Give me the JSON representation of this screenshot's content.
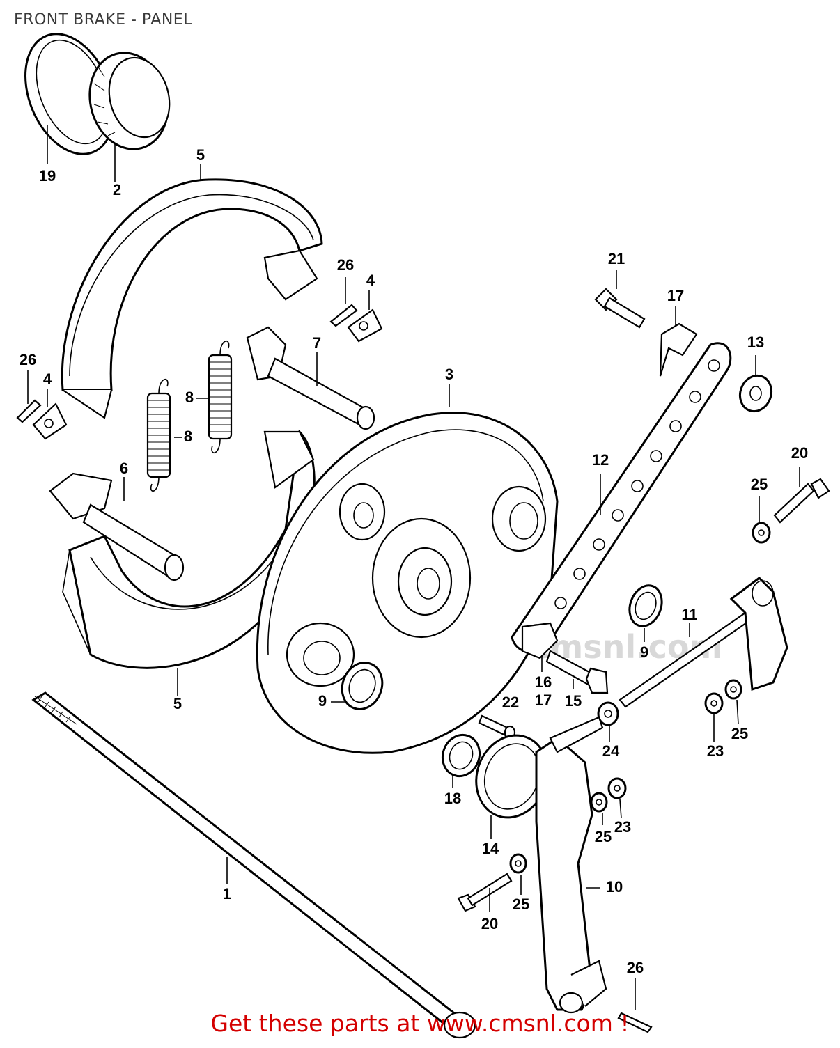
{
  "title": "FRONT BRAKE - PANEL",
  "footer": "Get these parts at www.cmsnl.com !",
  "watermark": "www.cmsnl.com",
  "colors": {
    "footer": "#d40000",
    "title": "#3a3a3a",
    "lines": "#000000"
  },
  "parts": [
    {
      "id": "lbl-19",
      "text": "19"
    },
    {
      "id": "lbl-2",
      "text": "2"
    },
    {
      "id": "lbl-5a",
      "text": "5"
    },
    {
      "id": "lbl-5b",
      "text": "5"
    },
    {
      "id": "lbl-26a",
      "text": "26"
    },
    {
      "id": "lbl-4a",
      "text": "4"
    },
    {
      "id": "lbl-26b",
      "text": "26"
    },
    {
      "id": "lbl-4b",
      "text": "4"
    },
    {
      "id": "lbl-7",
      "text": "7"
    },
    {
      "id": "lbl-8a",
      "text": "8"
    },
    {
      "id": "lbl-8b",
      "text": "8"
    },
    {
      "id": "lbl-6",
      "text": "6"
    },
    {
      "id": "lbl-3",
      "text": "3"
    },
    {
      "id": "lbl-21",
      "text": "21"
    },
    {
      "id": "lbl-17a",
      "text": "17"
    },
    {
      "id": "lbl-13",
      "text": "13"
    },
    {
      "id": "lbl-12",
      "text": "12"
    },
    {
      "id": "lbl-20a",
      "text": "20"
    },
    {
      "id": "lbl-25a",
      "text": "25"
    },
    {
      "id": "lbl-9a",
      "text": "9"
    },
    {
      "id": "lbl-11",
      "text": "11"
    },
    {
      "id": "lbl-9b",
      "text": "9"
    },
    {
      "id": "lbl-16",
      "text": "16"
    },
    {
      "id": "lbl-17b",
      "text": "17"
    },
    {
      "id": "lbl-15",
      "text": "15"
    },
    {
      "id": "lbl-22",
      "text": "22"
    },
    {
      "id": "lbl-24",
      "text": "24"
    },
    {
      "id": "lbl-23a",
      "text": "23"
    },
    {
      "id": "lbl-25b",
      "text": "25"
    },
    {
      "id": "lbl-18",
      "text": "18"
    },
    {
      "id": "lbl-14",
      "text": "14"
    },
    {
      "id": "lbl-25c",
      "text": "25"
    },
    {
      "id": "lbl-23b",
      "text": "23"
    },
    {
      "id": "lbl-1",
      "text": "1"
    },
    {
      "id": "lbl-25d",
      "text": "25"
    },
    {
      "id": "lbl-10",
      "text": "10"
    },
    {
      "id": "lbl-20b",
      "text": "20"
    },
    {
      "id": "lbl-26c",
      "text": "26"
    }
  ]
}
